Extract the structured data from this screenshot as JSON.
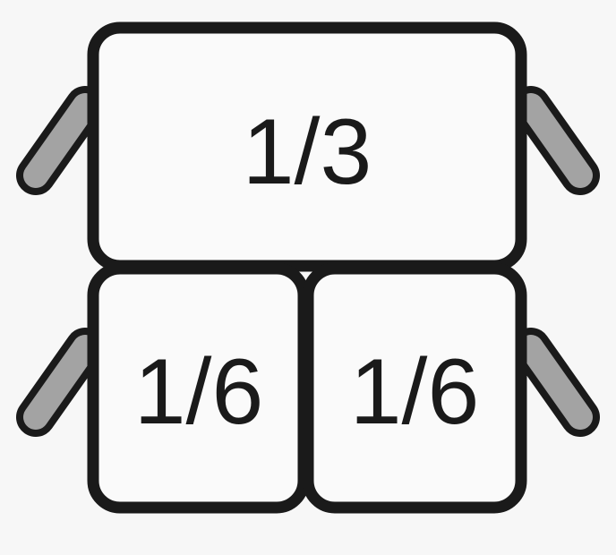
{
  "colors": {
    "background": "#f7f7f7",
    "stroke": "#1a1a1a",
    "pan_fill": "#fafafa",
    "handle_fill": "#a3a3a3"
  },
  "pans": {
    "top": {
      "label": "1/3"
    },
    "bottom_left": {
      "label": "1/6"
    },
    "bottom_right": {
      "label": "1/6"
    }
  }
}
